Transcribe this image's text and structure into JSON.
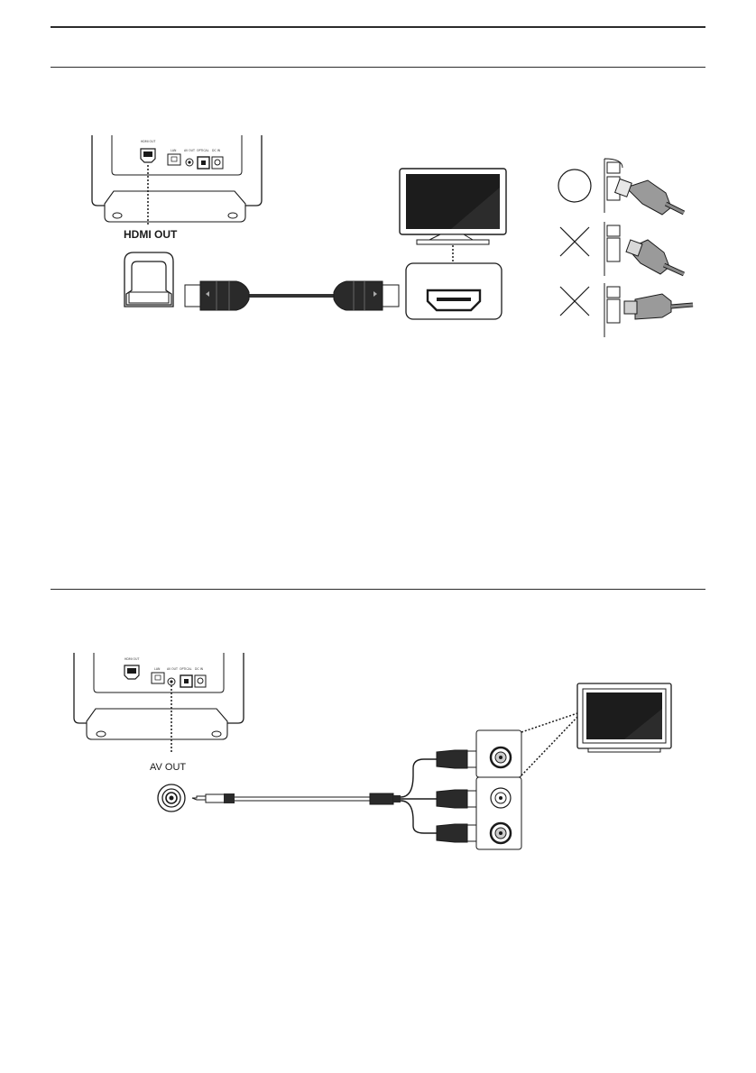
{
  "section_hdmi": {
    "port_label": "HDMI OUT",
    "panel_ports": [
      "HDMI OUT",
      "LAN",
      "AV OUT",
      "OPTICAL",
      "DC IN 5V"
    ],
    "plug_check_marks": [
      "correct",
      "incorrect",
      "incorrect"
    ]
  },
  "section_av": {
    "port_label": "AV OUT",
    "panel_ports": [
      "HDMI OUT",
      "LAN",
      "AV OUT",
      "OPTICAL",
      "DC IN 5V"
    ]
  },
  "icons": [
    "circle-ok-icon",
    "cross-icon",
    "tv-icon",
    "hdmi-port-icon",
    "rca-jack-icon"
  ],
  "colors": {
    "line": "#1a1a1a",
    "cable": "#333333",
    "screen": "#1c1c1c",
    "plug_gray": "#8a8a8a"
  }
}
